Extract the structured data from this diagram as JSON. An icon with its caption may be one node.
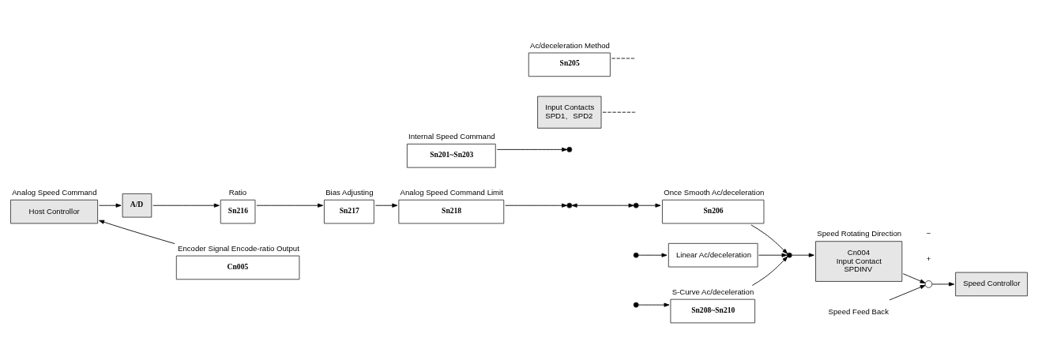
{
  "diagram": {
    "nodes": [
      {
        "text": [
          "Host Controllor"
        ],
        "beside": [
          "Analog Speed Command"
        ]
      },
      {
        "text": [
          "A/D"
        ]
      },
      {
        "text": [
          "Sn216"
        ],
        "beside": [
          "Ratio"
        ]
      },
      {
        "text": [
          "Sn217"
        ],
        "beside": [
          "Bias Adjusting"
        ]
      },
      {
        "text": [
          "Sn218"
        ],
        "beside": [
          "Analog Speed Command Limit"
        ]
      },
      {
        "text": [
          "Cn005"
        ],
        "beside": [
          "Encoder Signal Encode-ratio Output"
        ]
      },
      {
        "text": [
          "Sn201~Sn203"
        ],
        "beside": [
          "Internal Speed Command"
        ]
      },
      {
        "text": [
          "Input Contacts",
          "SPD1、SPD2"
        ]
      },
      {
        "text": [
          "Sn205"
        ],
        "beside": [
          "Ac/deceleration Method"
        ]
      },
      {
        "text": [],
        "shape": "circle"
      },
      {
        "text": [],
        "shape": "circle"
      },
      {
        "text": [],
        "shape": "circle"
      },
      {
        "text": [],
        "shape": "circle"
      },
      {
        "text": [],
        "shape": "circle"
      },
      {
        "text": [
          "Sn206"
        ],
        "beside": [
          "Once Smooth Ac/deceleration"
        ]
      },
      {
        "text": [
          "Linear Ac/deceleration"
        ]
      },
      {
        "text": [
          "Sn208~Sn210"
        ],
        "beside": [
          "S-Curve Ac/deceleration"
        ]
      },
      {
        "text": [],
        "shape": "circle"
      },
      {
        "text": [
          "Cn004",
          "Input Contact",
          "SPDINV"
        ],
        "beside": [
          "Speed Rotating Direction"
        ]
      },
      {
        "text": [],
        "shape": "circle"
      },
      {
        "text": [
          "Speed Controllor"
        ]
      },
      {
        "text": [
          "Speed Feed Back"
        ]
      }
    ],
    "edges": [
      {
        "from": 0,
        "to": 1,
        "arrow": "to"
      },
      {
        "from": 1,
        "to": 2,
        "arrow": "to"
      },
      {
        "from": 2,
        "to": 3,
        "arrow": "to"
      },
      {
        "from": 3,
        "to": 4,
        "arrow": "to"
      },
      {
        "from": 4,
        "to": 9,
        "arrow": "to"
      },
      {
        "from": 6,
        "to": 10,
        "arrow": "to"
      },
      {
        "from": 5,
        "to": 0,
        "arrow": "to"
      },
      {
        "from": 9,
        "to": 11,
        "arrow": "both"
      },
      {
        "from": 7,
        "to": null,
        "arrow": "none",
        "style": "dashed"
      },
      {
        "from": 8,
        "to": null,
        "arrow": "none",
        "style": "dashed"
      },
      {
        "from": 11,
        "to": 14,
        "arrow": "to"
      },
      {
        "from": 12,
        "to": 15,
        "arrow": "to"
      },
      {
        "from": 13,
        "to": 16,
        "arrow": "to"
      },
      {
        "from": 14,
        "to": 17,
        "arrow": "to"
      },
      {
        "from": 15,
        "to": 17,
        "arrow": "to"
      },
      {
        "from": 16,
        "to": 17,
        "arrow": "to"
      },
      {
        "from": 17,
        "to": 18,
        "arrow": "to"
      },
      {
        "from": 18,
        "to": 19,
        "arrow": "to"
      },
      {
        "from": 19,
        "to": 20,
        "arrow": "to"
      },
      {
        "from": 21,
        "to": 19,
        "arrow": "to"
      }
    ],
    "labels": [
      "+",
      "−"
    ]
  }
}
